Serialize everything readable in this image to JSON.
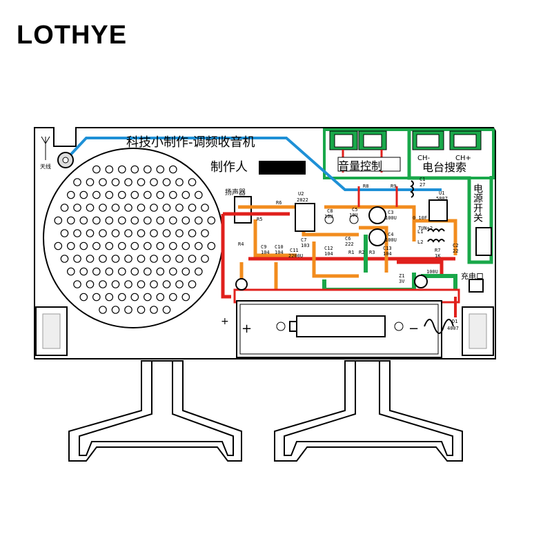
{
  "brand": "LOTHYE",
  "board": {
    "title": "科技小制作-调频收音机",
    "maker_label": "制作人",
    "antenna_label": "天线",
    "speaker_label": "扬声器",
    "volume_label": "音量控制",
    "tuning_label": "电台搜索",
    "ch_minus": "CH-",
    "ch_plus": "CH+",
    "power_switch_label": "电源开关",
    "charge_port_label": "充电口",
    "battery_plus": "+",
    "battery_minus": "−",
    "board_plus": "+"
  },
  "components": [
    {
      "id": "u2",
      "label": "U2"
    },
    {
      "id": "u2v",
      "label": "2822"
    },
    {
      "id": "r6",
      "label": "R6"
    },
    {
      "id": "r4",
      "label": "R4"
    },
    {
      "id": "r5",
      "label": "R5"
    },
    {
      "id": "r8",
      "label": "R8"
    },
    {
      "id": "r9",
      "label": "R9"
    },
    {
      "id": "c1",
      "label": "C1"
    },
    {
      "id": "c1v",
      "label": "27"
    },
    {
      "id": "u1",
      "label": "U1"
    },
    {
      "id": "u1v",
      "label": "5807"
    },
    {
      "id": "c8",
      "label": "C8"
    },
    {
      "id": "c8v",
      "label": "10U"
    },
    {
      "id": "c5",
      "label": "C5"
    },
    {
      "id": "c5v",
      "label": "10U"
    },
    {
      "id": "c3",
      "label": "C3"
    },
    {
      "id": "c3v",
      "label": "100U"
    },
    {
      "id": "c4",
      "label": "C4"
    },
    {
      "id": "c4v",
      "label": "100U"
    },
    {
      "id": "c9",
      "label": "C9"
    },
    {
      "id": "c9v",
      "label": "104"
    },
    {
      "id": "c10",
      "label": "C10"
    },
    {
      "id": "c10v",
      "label": "104"
    },
    {
      "id": "c11",
      "label": "C11"
    },
    {
      "id": "c11v",
      "label": "2200U"
    },
    {
      "id": "c12",
      "label": "C12"
    },
    {
      "id": "c12v",
      "label": "104"
    },
    {
      "id": "c13",
      "label": "C13"
    },
    {
      "id": "c13v",
      "label": "104"
    },
    {
      "id": "c7",
      "label": "C7"
    },
    {
      "id": "c7v",
      "label": "103"
    },
    {
      "id": "c6",
      "label": "C6"
    },
    {
      "id": "c6v",
      "label": "222"
    },
    {
      "id": "r1",
      "label": "R1"
    },
    {
      "id": "r2",
      "label": "R2"
    },
    {
      "id": "r3",
      "label": "R3"
    },
    {
      "id": "r7",
      "label": "R7"
    },
    {
      "id": "r7v",
      "label": "1K"
    },
    {
      "id": "l1",
      "label": "L1"
    },
    {
      "id": "l2",
      "label": "L2"
    },
    {
      "id": "c2",
      "label": "C2"
    },
    {
      "id": "c2v",
      "label": "22"
    },
    {
      "id": "z1",
      "label": "Z1"
    },
    {
      "id": "z1v",
      "label": "3V"
    },
    {
      "id": "d1",
      "label": "D1"
    },
    {
      "id": "d1v",
      "label": "4007"
    },
    {
      "id": "c14v",
      "label": "100U"
    },
    {
      "id": "tun",
      "label": "TUN+2"
    },
    {
      "id": "c10f",
      "label": "0 10F"
    }
  ],
  "colors": {
    "blue_wire": "#1e90d6",
    "orange_wire": "#f28c1e",
    "red_wire": "#e0201c",
    "green_trace": "#19a84a",
    "dark_green": "#0a6e2c"
  }
}
